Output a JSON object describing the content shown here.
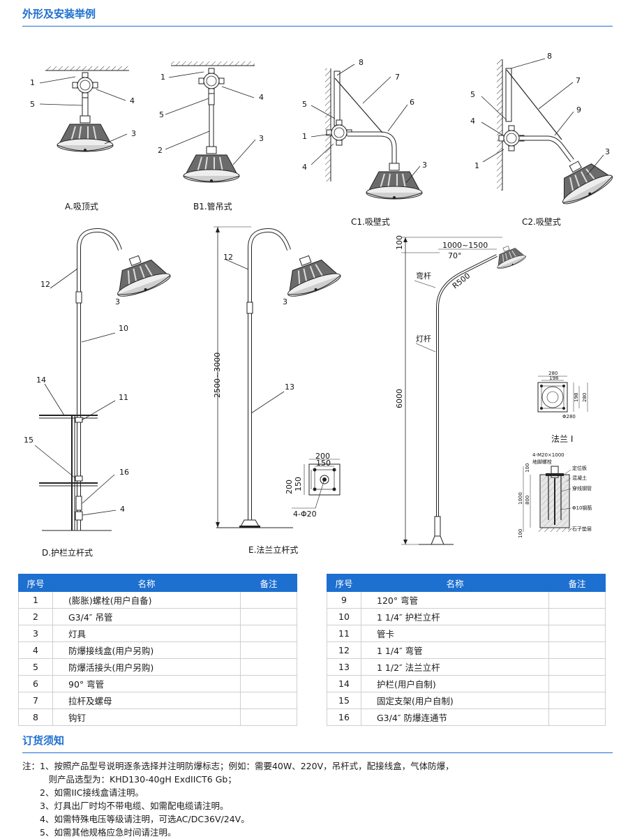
{
  "header": {
    "title": "外形及安装举例"
  },
  "captions": {
    "a": "A.吸顶式",
    "b1": "B1.管吊式",
    "c1": "C1.吸壁式",
    "c2": "C2.吸壁式",
    "d": "D.护栏立杆式",
    "e": "E.法兰立杆式",
    "flange": "法兰 I"
  },
  "dimensions": {
    "e_height": "2500~3000",
    "plate_200": "200",
    "plate_150": "150",
    "plate_holes": "4-Φ20",
    "pole_height": "6000",
    "pole_top": "100",
    "arm_reach": "1000~1500",
    "arm_angle": "70°",
    "arm_radius": "R500",
    "label_arm": "弯杆",
    "label_pole": "灯杆",
    "fl_280": "280",
    "fl_198": "198",
    "fl_diam": "Φ280",
    "fd_bolt": "4-M20×1000",
    "fd_anchor": "地脚螺栓",
    "fd_plate": "定位板",
    "fd_concrete": "混凝土",
    "fd_conduit": "穿线钢管",
    "fd_bar": "Φ10钢筋",
    "fd_gravel": "石子垫层",
    "fd_1000": "1000",
    "fd_800": "800",
    "fd_100a": "100",
    "fd_100b": "100"
  },
  "tables": {
    "headers": {
      "no": "序号",
      "name": "名称",
      "note": "备注"
    },
    "left": [
      {
        "no": "1",
        "name": "(膨胀)螺栓(用户自备)",
        "note": ""
      },
      {
        "no": "2",
        "name": "G3/4″ 吊管",
        "note": ""
      },
      {
        "no": "3",
        "name": "灯具",
        "note": ""
      },
      {
        "no": "4",
        "name": "防爆接线盒(用户另购)",
        "note": ""
      },
      {
        "no": "5",
        "name": "防爆活接头(用户另购)",
        "note": ""
      },
      {
        "no": "6",
        "name": "90° 弯管",
        "note": ""
      },
      {
        "no": "7",
        "name": "拉杆及螺母",
        "note": ""
      },
      {
        "no": "8",
        "name": "钩钉",
        "note": ""
      }
    ],
    "right": [
      {
        "no": "9",
        "name": "120° 弯管",
        "note": ""
      },
      {
        "no": "10",
        "name": "1 1/4″ 护栏立杆",
        "note": ""
      },
      {
        "no": "11",
        "name": "管卡",
        "note": ""
      },
      {
        "no": "12",
        "name": "1 1/4″ 弯管",
        "note": ""
      },
      {
        "no": "13",
        "name": "1 1/2″ 法兰立杆",
        "note": ""
      },
      {
        "no": "14",
        "name": "护栏(用户自制)",
        "note": ""
      },
      {
        "no": "15",
        "name": "固定支架(用户自制)",
        "note": ""
      },
      {
        "no": "16",
        "name": "G3/4″ 防爆连通节",
        "note": ""
      }
    ]
  },
  "order": {
    "title": "订货须知",
    "notes": [
      "注：1、按照产品型号说明逐条选择并注明防爆标志；例如：需要40W、220V，吊杆式，配接线盒，气体防爆，",
      "　　　则产品选型为：KHD130-40gH ExdIICT6 Gb；",
      "　　2、如需IIC接线盒请注明。",
      "　　3、灯具出厂时均不带电缆、如需配电缆请注明。",
      "　　4、如需特殊电压等级请注明，可选AC/DC36V/24V。",
      "　　5、如需其他规格应急时间请注明。"
    ]
  },
  "colors": {
    "accent": "#1d6fd0"
  }
}
